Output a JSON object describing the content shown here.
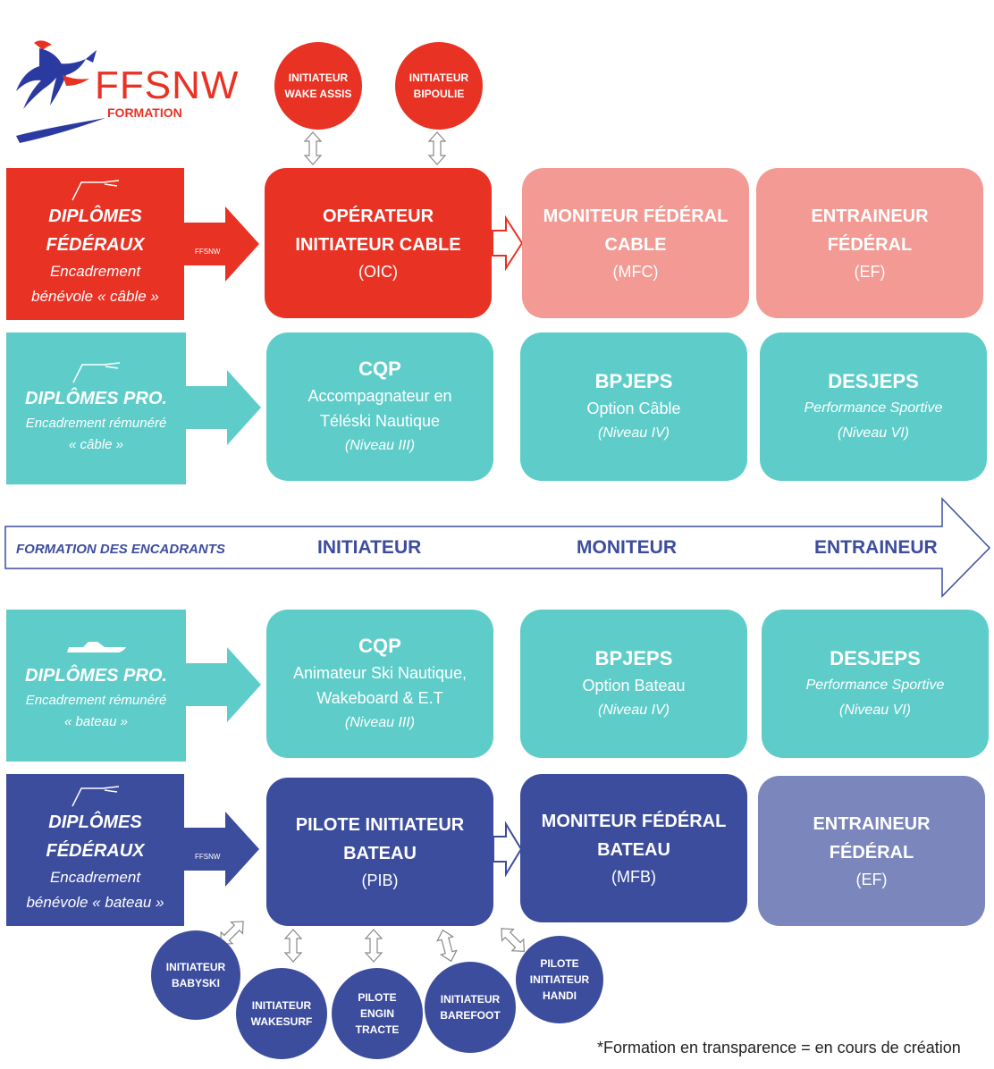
{
  "logo": {
    "brand": "FFSNW",
    "sub": "FORMATION"
  },
  "colors": {
    "red": "#e83224",
    "pink": "#f29a93",
    "teal": "#5ecdca",
    "navy": "#3d4d9d",
    "lavender": "#7b86bd"
  },
  "rows": {
    "cable_fed": {
      "label": {
        "line1": "DIPLÔMES",
        "line2": "FÉDÉRAUX",
        "line3": "Encadrement",
        "line4": "bénévole « câble »",
        "arrow_logo": "FFSNW"
      },
      "boxes": [
        {
          "t1": "OPÉRATEUR",
          "t2": "INITIATEUR CABLE",
          "t3": "(OIC)"
        },
        {
          "t1": "MONITEUR FÉDÉRAL",
          "t2": "CABLE",
          "t3": "(MFC)"
        },
        {
          "t1": "ENTRAINEUR",
          "t2": "FÉDÉRAL",
          "t3": "(EF)"
        }
      ],
      "circles": [
        {
          "l1": "INITIATEUR",
          "l2": "WAKE ASSIS"
        },
        {
          "l1": "INITIATEUR",
          "l2": "BIPOULIE"
        }
      ]
    },
    "cable_pro": {
      "label": {
        "line1": "DIPLÔMES PRO.",
        "line2": "Encadrement rémunéré",
        "line3": "« câble »"
      },
      "boxes": [
        {
          "t1": "CQP",
          "t2": "Accompagnateur en",
          "t3": "Téléski Nautique",
          "t4": "(Niveau III)"
        },
        {
          "t1": "BPJEPS",
          "t2": "Option Câble",
          "t3": "(Niveau IV)"
        },
        {
          "t1": "DESJEPS",
          "t2": "Performance Sportive",
          "t3": "(Niveau VI)"
        }
      ]
    },
    "axis": {
      "left": "FORMATION DES ENCADRANTS",
      "a": "INITIATEUR",
      "b": "MONITEUR",
      "c": "ENTRAINEUR"
    },
    "boat_pro": {
      "label": {
        "line1": "DIPLÔMES PRO.",
        "line2": "Encadrement rémunéré",
        "line3": "« bateau »"
      },
      "boxes": [
        {
          "t1": "CQP",
          "t2": "Animateur Ski Nautique,",
          "t3": "Wakeboard & E.T",
          "t4": "(Niveau III)"
        },
        {
          "t1": "BPJEPS",
          "t2": "Option Bateau",
          "t3": "(Niveau IV)"
        },
        {
          "t1": "DESJEPS",
          "t2": "Performance Sportive",
          "t3": "(Niveau VI)"
        }
      ]
    },
    "boat_fed": {
      "label": {
        "line1": "DIPLÔMES",
        "line2": "FÉDÉRAUX",
        "line3": "Encadrement",
        "line4": "bénévole « bateau »",
        "arrow_logo": "FFSNW"
      },
      "boxes": [
        {
          "t1": "PILOTE INITIATEUR",
          "t2": "BATEAU",
          "t3": "(PIB)"
        },
        {
          "t1": "MONITEUR FÉDÉRAL",
          "t2": "BATEAU",
          "t3": "(MFB)"
        },
        {
          "t1": "ENTRAINEUR",
          "t2": "FÉDÉRAL",
          "t3": "(EF)"
        }
      ],
      "circles": [
        {
          "l1": "INITIATEUR",
          "l2": "BABYSKI"
        },
        {
          "l1": "INITIATEUR",
          "l2": "WAKESURF"
        },
        {
          "l1": "PILOTE",
          "l2": "ENGIN",
          "l3": "TRACTE"
        },
        {
          "l1": "INITIATEUR",
          "l2": "BAREFOOT"
        },
        {
          "l1": "PILOTE",
          "l2": "INITIATEUR",
          "l3": "HANDI"
        }
      ]
    }
  },
  "footnote": "*Formation en transparence = en cours de création"
}
